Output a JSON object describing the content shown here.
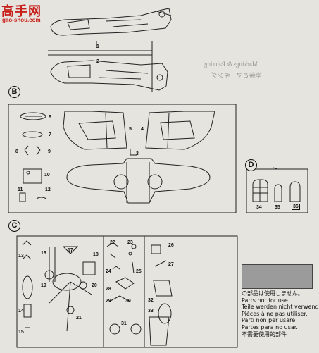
{
  "watermark": {
    "brand": "高手网",
    "url": "gao-shou.com"
  },
  "sections": {
    "B": "B",
    "C": "C",
    "D": "D"
  },
  "part_numbers": {
    "p1": "1",
    "p2": "2",
    "p3": "3",
    "p4": "4",
    "p5": "5",
    "p6": "6",
    "p7": "7",
    "p8": "8",
    "p9": "9",
    "p10": "10",
    "p11": "11",
    "p12": "12",
    "p13": "13",
    "p14": "14",
    "p15": "15",
    "p16": "16",
    "p17": "17",
    "p18": "18",
    "p19": "19",
    "p20": "20",
    "p21": "21",
    "p22": "22",
    "p23": "23",
    "p24": "24",
    "p25": "25",
    "p26": "26",
    "p27": "27",
    "p28": "28",
    "p29": "29",
    "p30": "30",
    "p31": "31",
    "p32": "32",
    "p33": "33",
    "p34": "34",
    "p35": "35",
    "p36": "36"
  },
  "not_for_use": {
    "swatch_color": "#9b9b9b",
    "lines": [
      "の部品は使用しません。",
      "Parts not for use.",
      "Teile werden nicht verwendet.",
      "Pièces à ne pas utiliser.",
      "Parti non per usare.",
      "Partes para no usar.",
      "不需要使用的部件"
    ]
  },
  "ghost_text": [
    "Markings & Painting",
    "塗装とマーキング"
  ]
}
